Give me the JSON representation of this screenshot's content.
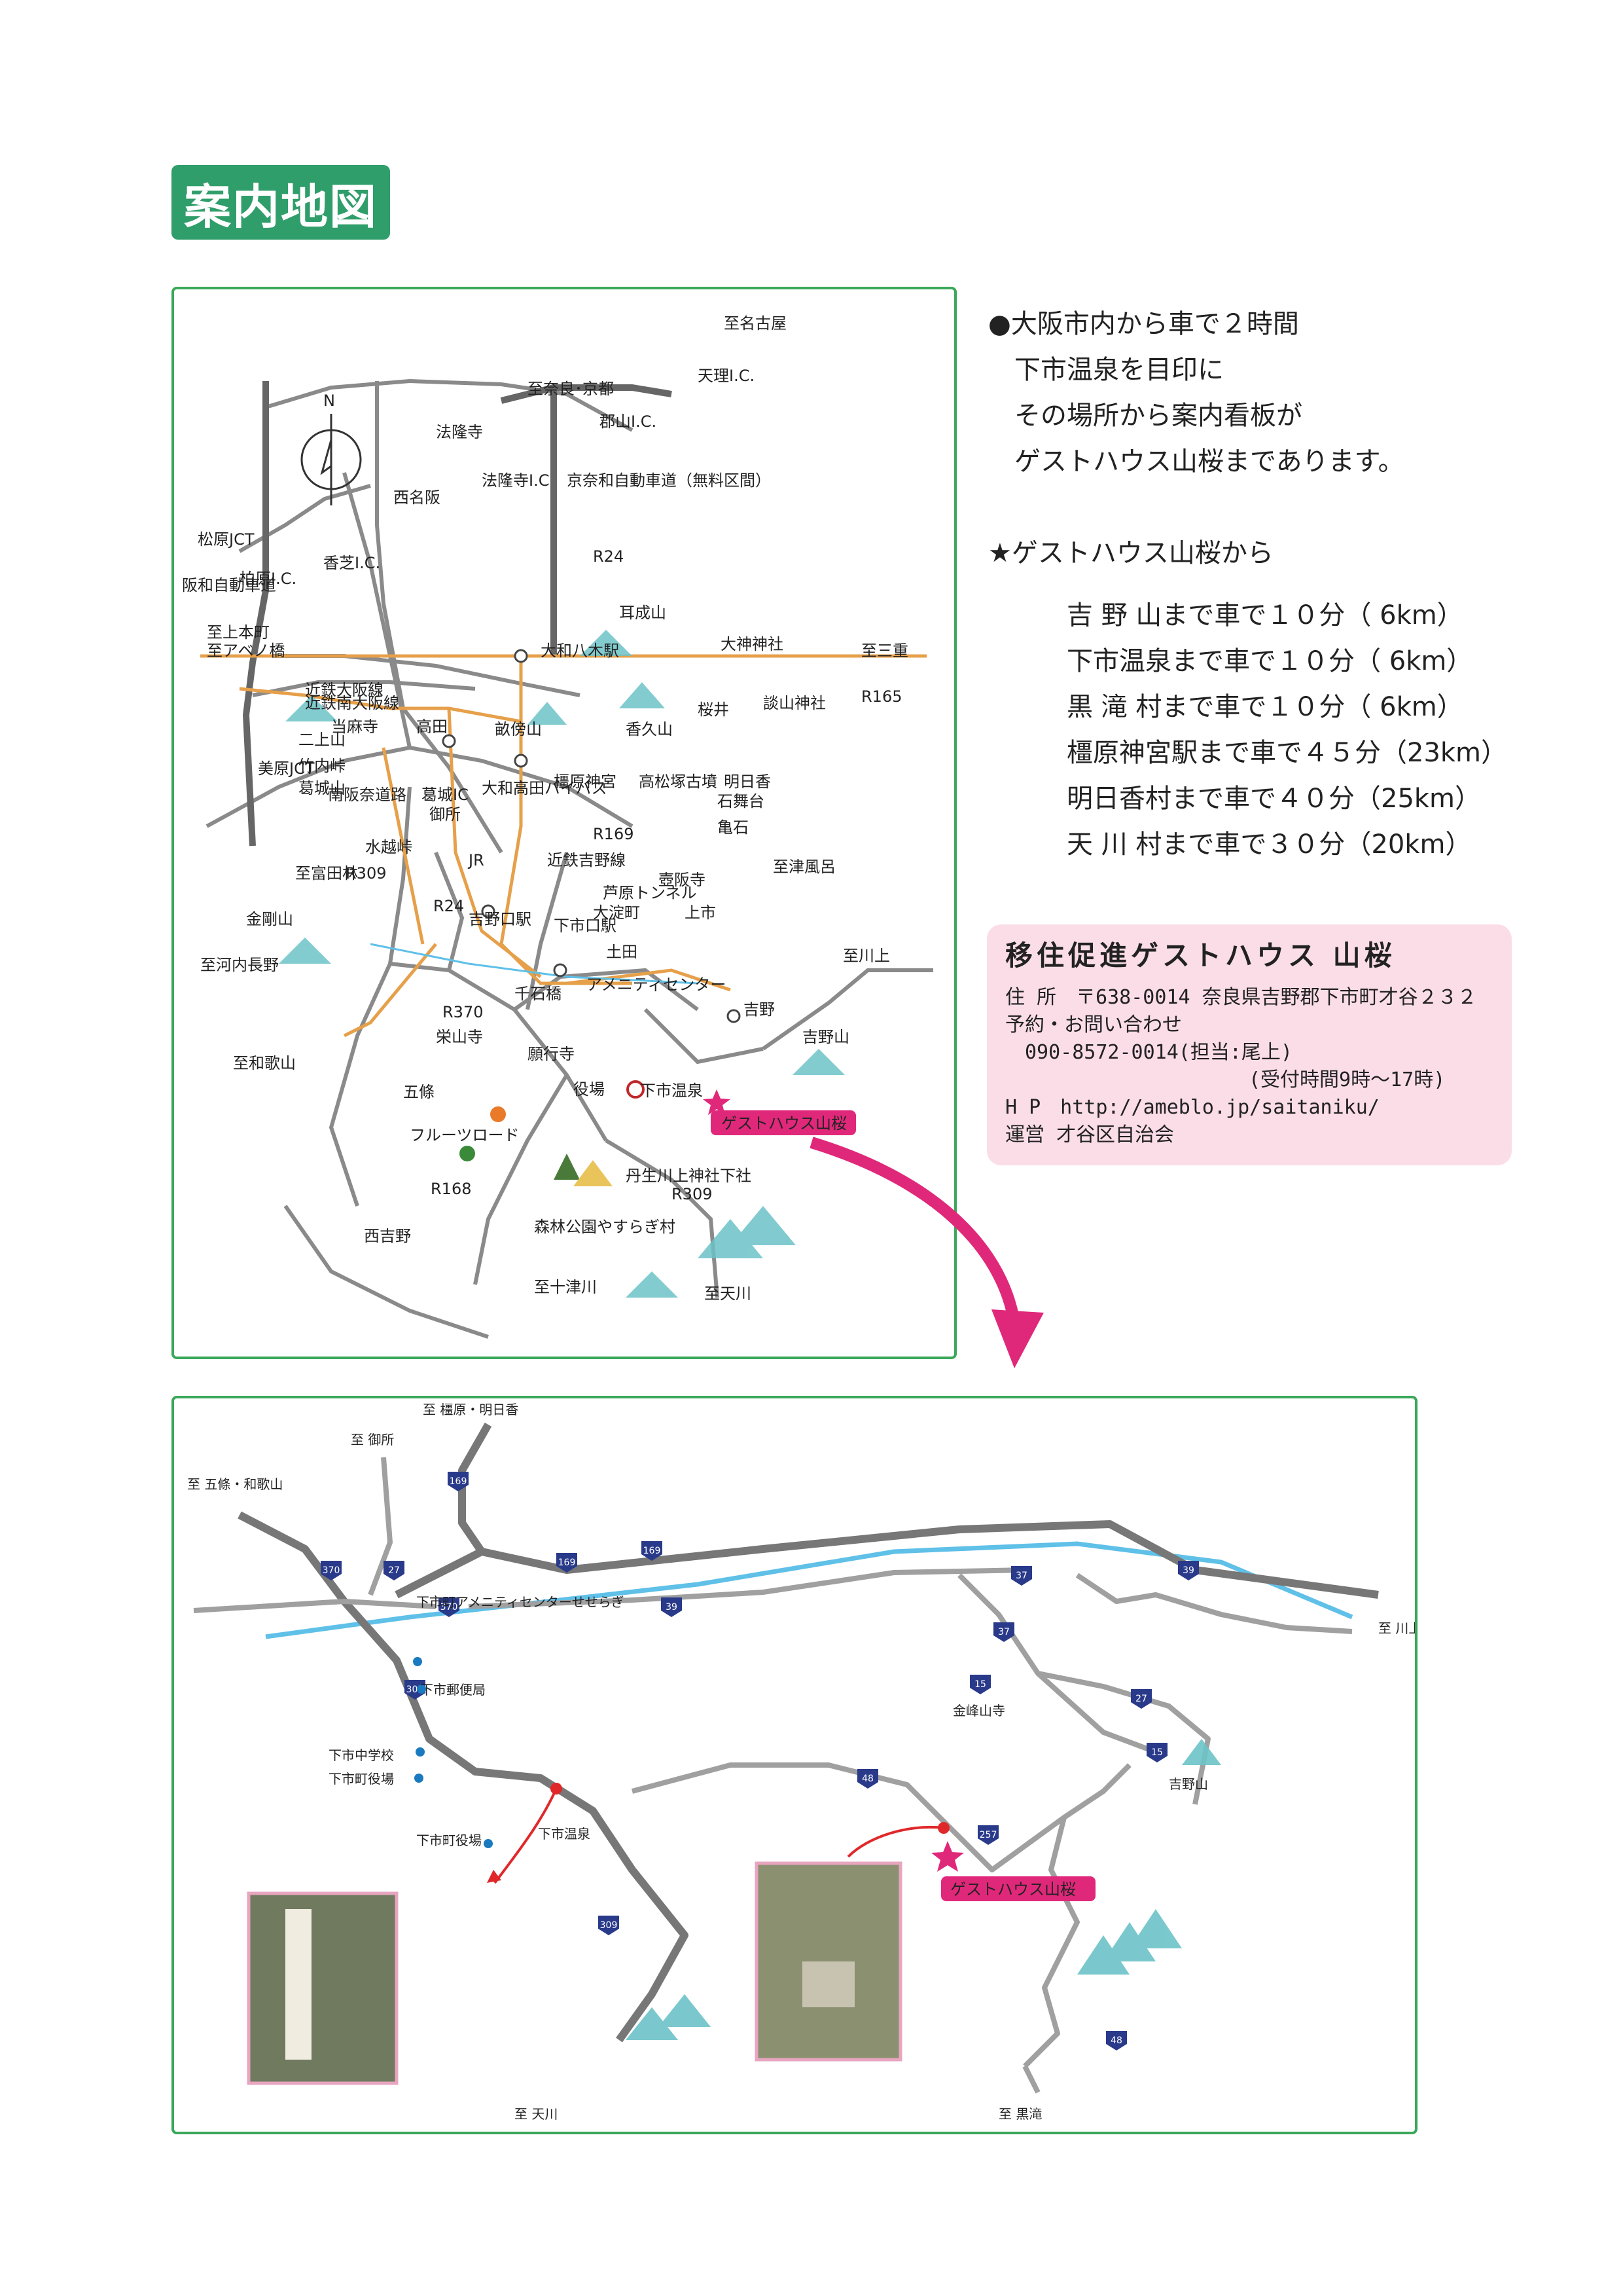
{
  "title": "案内地図",
  "info": {
    "lines": [
      "●大阪市内から車で２時間",
      "下市温泉を目印に",
      "その場所から案内看板が",
      "ゲストハウス山桜まであります。"
    ],
    "from_heading": "★ゲストハウス山桜から",
    "distances": [
      "吉 野 山まで車で１０分（ 6km）",
      "下市温泉まで車で１０分（ 6km）",
      "黒 滝 村まで車で１０分（ 6km）",
      "橿原神宮駅まで車で４５分（23km）",
      "明日香村まで車で４０分（25km）",
      "天 川 村まで車で３０分（20km）"
    ]
  },
  "contact": {
    "title": "移住促進ゲストハウス 山桜",
    "address": "住 所　〒638-0014 奈良県吉野郡下市町才谷２３２",
    "inquiry": "予約・お問い合わせ",
    "phone": "090-8572-0014(担当:尾上)",
    "hours": "(受付時間9時～17時)",
    "hp": "H P　http://ameblo.jp/saitaniku/",
    "operator": "運営 才谷区自治会"
  },
  "map1": {
    "labels": [
      "至奈良･京都",
      "天理I.C.",
      "至名古屋",
      "郡山I.C.",
      "法隆寺",
      "法隆寺I.C",
      "西名阪",
      "松原JCT",
      "香芝I.C.",
      "柏原I.C.",
      "阪和自動車道",
      "至上本町",
      "至アベノ橋",
      "近鉄大阪線",
      "R24",
      "耳成山",
      "大神神社",
      "至三重",
      "大和八木駅",
      "近鉄南大阪線",
      "当麻寺",
      "高田",
      "畝傍山",
      "香久山",
      "桜井",
      "談山神社",
      "R165",
      "二上山",
      "竹内峠",
      "美原JCT",
      "葛城山",
      "南阪奈道路",
      "葛城IC",
      "御所",
      "大和高田バイパス",
      "橿原神宮",
      "高松塚古墳",
      "明日香",
      "石舞台",
      "亀石",
      "R169",
      "水越峠",
      "至富田林",
      "R309",
      "JR",
      "近鉄吉野線",
      "壺阪寺",
      "至津風呂",
      "金剛山",
      "R24",
      "吉野口駅",
      "芦原トンネル",
      "大淀町",
      "上市",
      "至川上",
      "下市口駅",
      "土田",
      "至河内長野",
      "千石橋",
      "アメニティセンター",
      "吉野",
      "吉野山",
      "R370",
      "栄山寺",
      "願行寺",
      "下市温泉",
      "ゲストハウス山桜",
      "至和歌山",
      "五條",
      "フルーツロード",
      "役場",
      "丹生川上神社下社",
      "R168",
      "R309",
      "西吉野",
      "森林公園やすらぎ村",
      "至十津川",
      "至天川",
      "京奈和自動車道（無料区間）"
    ],
    "compass": "N"
  },
  "map2": {
    "labels": [
      "至 橿原・明日香",
      "至 御所",
      "至 五條・和歌山",
      "下市町アメニティセンターせせらぎ",
      "下市郵便局",
      "下市中学校",
      "下市町役場",
      "下市町役場",
      "下市温泉",
      "金峰山寺",
      "吉野山",
      "至 川上",
      "ゲストハウス山桜",
      "至 天川",
      "至 黒滝"
    ],
    "route_numbers": [
      "169",
      "370",
      "27",
      "169",
      "370",
      "169",
      "39",
      "39",
      "37",
      "37",
      "15",
      "27",
      "15",
      "48",
      "257",
      "309",
      "309",
      "48"
    ]
  },
  "colors": {
    "accent_green": "#2f9e6a",
    "frame_green": "#3aa85a",
    "pink": "#e0287a",
    "card_pink": "#fbdde8",
    "road_orange": "#e6a04a",
    "road_gray": "#7a7a7a",
    "river_blue": "#5fc0e8",
    "mountain_teal": "#6cc3c8"
  }
}
